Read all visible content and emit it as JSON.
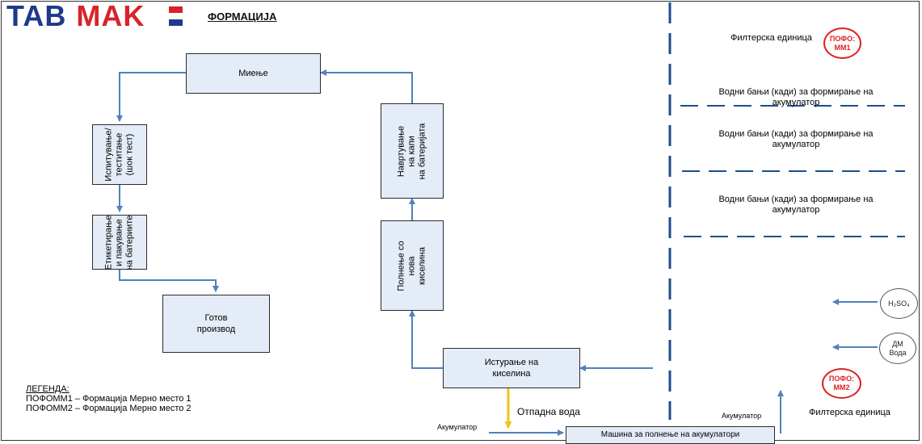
{
  "header": {
    "logo_tab": "TAB",
    "logo_mak": "MAK",
    "title": "ФОРМАЦИЈА"
  },
  "process": {
    "wash": "Миење",
    "testing": "Испитување/\nтеститање\n(шок тест)",
    "labeling": "Етикетирање\nи пакување\nна батериите",
    "finished": "Готов\nпроизвод",
    "caps": "Навртување на капи\nна батериjата",
    "refill": "Полнење со нова\nкиселина",
    "pour_acid": "Истурање на\nкиселина",
    "filling_machine": "Машина за полнење на акумулатори"
  },
  "flows": {
    "waste_water": "Отпадна вода",
    "accumulator_in": "Акумулатор",
    "accumulator_out": "Акумулатор"
  },
  "right_panel": {
    "filter_top": "Филтерска единица",
    "filter_bottom": "Филтерска единица",
    "bath_1": "Водни бањи (кади) за формирање на\nакумулатор",
    "bath_2": "Водни бањи (кади) за формирање на\nакумулатор",
    "bath_3": "Водни бањи (кади) за формирање на\nакумулатор"
  },
  "markers": {
    "mm1": "ПОФО:\nММ1",
    "mm2": "ПОФО:\nММ2",
    "h2so4": "H₂SO₄",
    "dm_water": "ДМ\nВода"
  },
  "legend": {
    "title": "ЛЕГЕНДА:",
    "line1": "ПОФОММ1 – Формација Мерно место 1",
    "line2": "ПОФОММ2 – Формација Мерно место 2"
  },
  "colors": {
    "arrow": "#4f81bd",
    "box_fill": "#e4ecf7",
    "waste_arrow": "#f2c318",
    "marker_red": "#e02020",
    "dashed": "#1f4e8c"
  }
}
